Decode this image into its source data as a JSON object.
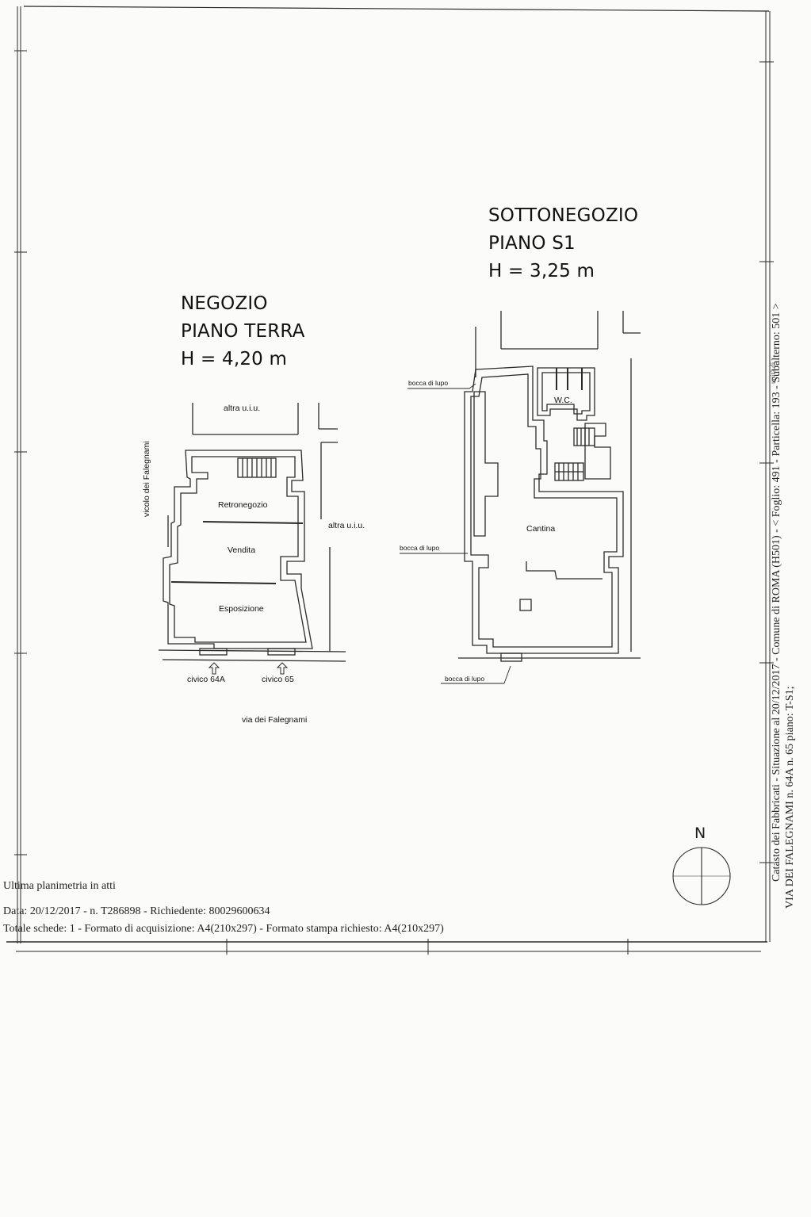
{
  "negozio": {
    "title": "NEGOZIO",
    "floor": "PIANO TERRA",
    "height": "H = 4,20 m",
    "rooms": {
      "retro": "Retronegozio",
      "vendita": "Vendita",
      "esposizione": "Esposizione"
    },
    "neighbors": {
      "top": "altra u.i.u.",
      "right": "altra u.i.u."
    },
    "side_street": "vicolo dei Falegnami",
    "entrances": [
      "civico 64A",
      "civico 65"
    ],
    "street": "via dei Falegnami"
  },
  "sottonegozio": {
    "title": "SOTTONEGOZIO",
    "floor": "PIANO S1",
    "height": "H = 3,25 m",
    "rooms": {
      "cantina": "Cantina",
      "wc": "W.C."
    },
    "openings": [
      "bocca di lupo",
      "bocca di lupo",
      "bocca di lupo"
    ]
  },
  "compass": {
    "north_label": "N"
  },
  "footer": {
    "line1": "Ultima planimetria in atti",
    "line2": "Data: 20/12/2017 - n. T286898 - Richiedente: 80029600634",
    "line3": "Totale schede: 1 - Formato di acquisizione: A4(210x297) - Formato stampa richiesto: A4(210x297)"
  },
  "side_notes": {
    "line1": "Catasto dei Fabbricati - Situazione al 20/12/2017 - Comune di ROMA (H501) - < Foglio: 491 - Particella: 193 - Subalterno: 501 >",
    "line2": "VIA DEI FALEGNAMI n. 64A n. 65 piano: T-S1;",
    "stamp": "unità di"
  }
}
